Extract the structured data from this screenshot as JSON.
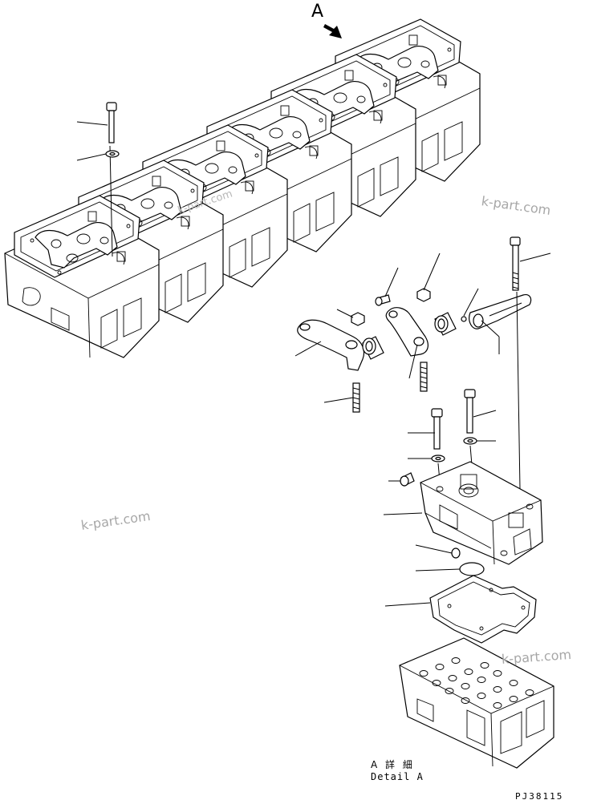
{
  "labels": {
    "view_letter": "A",
    "detail_jp": "A 詳 細",
    "detail_en": "Detail A",
    "drawing_no": "PJ38115"
  },
  "watermarks": [
    "k-part.com",
    "k-part.com",
    "k-part.com",
    "k-part.com"
  ],
  "colors": {
    "line": "#000000",
    "background": "#ffffff",
    "watermark": "#a7a7a7"
  },
  "icons": {
    "view_arrow": "arrow-down-right-icon"
  }
}
